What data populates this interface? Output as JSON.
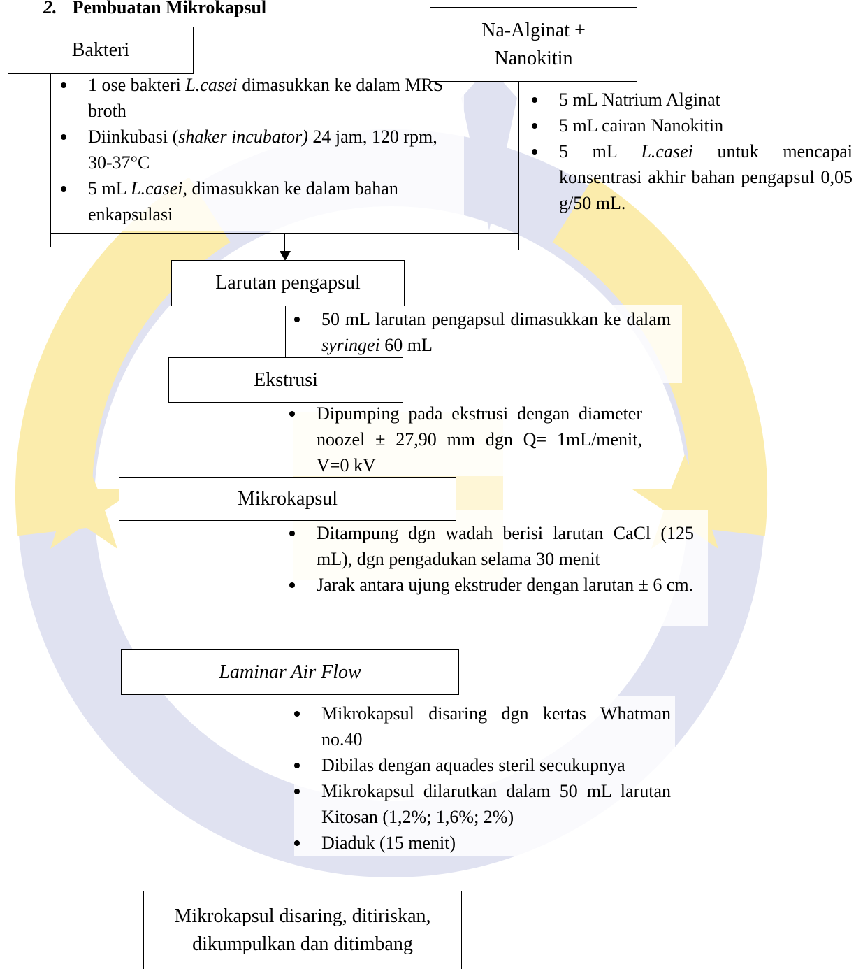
{
  "heading": {
    "number": "2.",
    "title": "Pembuatan Mikrokapsul"
  },
  "boxes": {
    "bakteri": "Bakteri",
    "na_alginat_line1": "Na-Alginat +",
    "na_alginat_line2": "Nanokitin",
    "larutan_pengapsul": "Larutan pengapsul",
    "ekstrusi": "Ekstrusi",
    "mikrokapsul": "Mikrokapsul",
    "laminar_air_flow": "Laminar Air Flow",
    "final_line1": "Mikrokapsul disaring, ditiriskan,",
    "final_line2": "dikumpulkan dan ditimbang"
  },
  "bakteri_notes": {
    "n1_a": "1 ose bakteri ",
    "n1_b": "L.casei",
    "n1_c": " dimasukkan ke dalam MRS broth",
    "n2_a": "Diinkubasi (",
    "n2_b": "shaker incubator)",
    "n2_c": "  24 jam, 120 rpm, 30-37°C",
    "n3_a": "5 mL ",
    "n3_b": "L.casei,",
    "n3_c": " dimasukkan ke dalam bahan enkapsulasi"
  },
  "alginat_notes": {
    "n1": "5 mL Natrium Alginat",
    "n2": "5 mL cairan Nanokitin",
    "n3_a": "5 mL ",
    "n3_b": "L.casei",
    "n3_c": " untuk mencapai konsentrasi akhir bahan pengapsul 0,05 g/50 mL."
  },
  "larutan_notes": {
    "n1_a": "50 mL larutan pengapsul dimasukkan ke dalam ",
    "n1_b": "syringei",
    "n1_c": " 60 mL"
  },
  "ekstrusi_notes": {
    "n1": "Dipumping pada ekstrusi dengan diameter noozel ± 27,90 mm dgn Q= 1mL/menit, V=0 kV"
  },
  "mikrokapsul_notes": {
    "n1": "Ditampung dgn wadah berisi larutan CaCl (125 mL), dgn pengadukan selama 30 menit",
    "n2": "Jarak antara ujung ekstruder dengan larutan ± 6 cm."
  },
  "laminar_notes": {
    "n1": "Mikrokapsul disaring dgn kertas Whatman no.40",
    "n2": "Dibilas dengan aquades steril secukupnya",
    "n3": "Mikrokapsul dilarutkan dalam 50 mL larutan Kitosan (1,2%; 1,6%; 2%)",
    "n4": "Diaduk (15 menit)"
  },
  "colors": {
    "watermark_yellow": "#f9dd6a",
    "watermark_blue": "#c7cbe6"
  }
}
